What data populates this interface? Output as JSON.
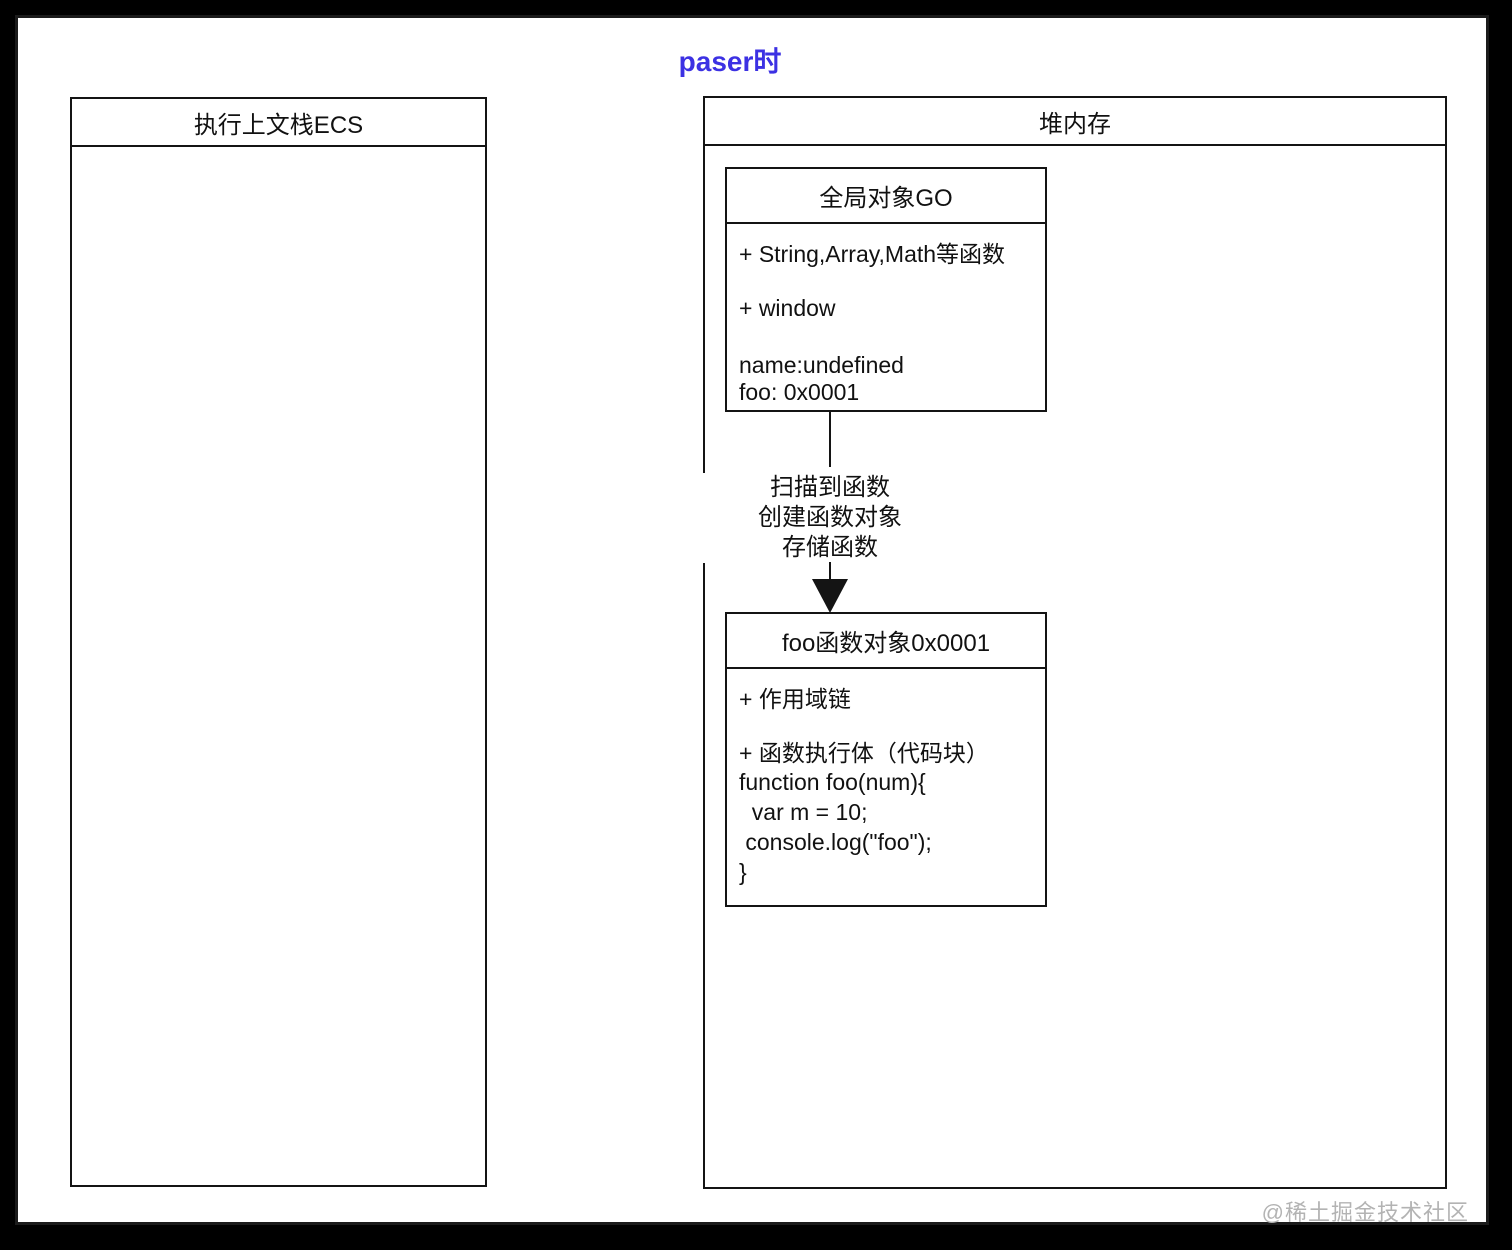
{
  "title": {
    "text": "paser时",
    "color": "#3c31e3"
  },
  "ecs": {
    "header": "执行上文栈ECS"
  },
  "heap": {
    "header": "堆内存",
    "go_box": {
      "header": "全局对象GO",
      "lines": [
        "+ String,Array,Math等函数",
        "+ window",
        "name:undefined",
        "foo: 0x0001"
      ]
    },
    "arrow_label": [
      "扫描到函数",
      "创建函数对象",
      "存储函数"
    ],
    "foo_box": {
      "header": "foo函数对象0x0001",
      "lines": [
        "+ 作用域链",
        "+ 函数执行体（代码块）",
        "function foo(num){",
        "  var m = 10;",
        " console.log(\"foo\");",
        "}"
      ]
    }
  },
  "watermark": "@稀土掘金技术社区"
}
